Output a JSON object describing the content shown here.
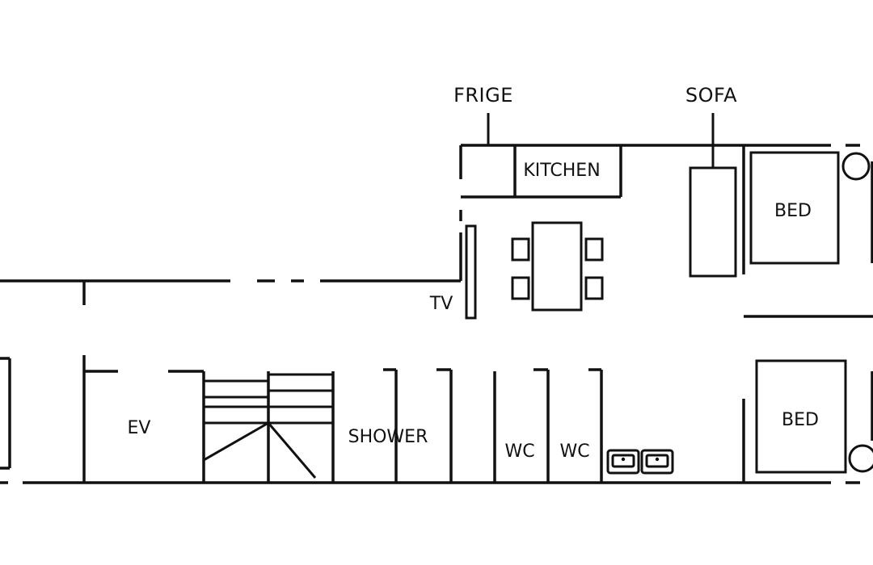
{
  "plan": {
    "labels": {
      "frige": "FRIGE",
      "sofa": "SOFA",
      "kitchen": "KITCHEN",
      "bed_top": "BED",
      "bed_bottom": "BED",
      "tv": "TV",
      "ev": "EV",
      "shower": "SHOWER",
      "wc_1": "WC",
      "wc_2": "WC"
    },
    "colors": {
      "line": "#111111",
      "background": "#ffffff"
    }
  }
}
